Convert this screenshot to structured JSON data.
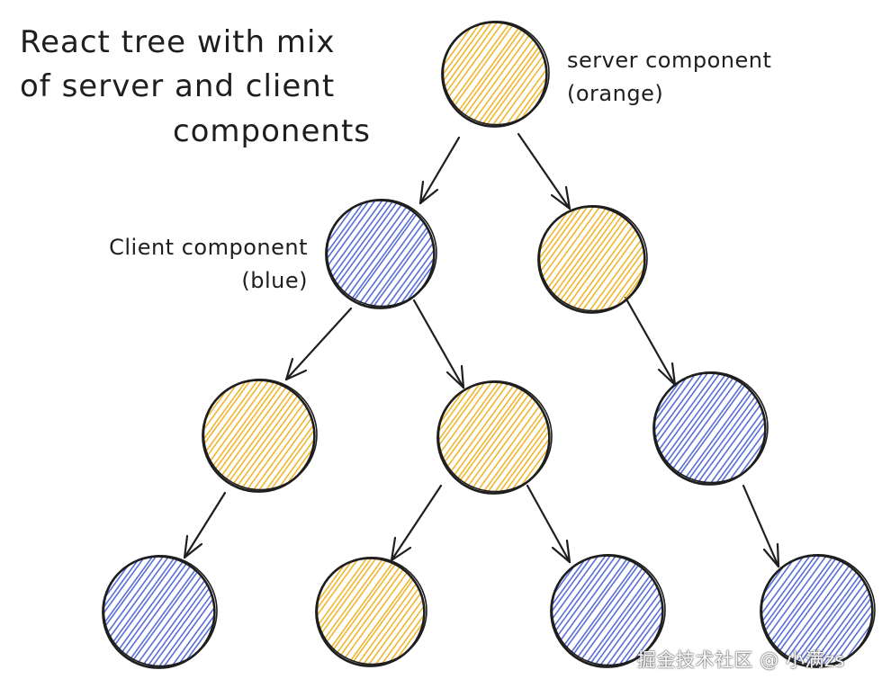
{
  "title_lines": [
    "React tree with mix",
    "of server and client",
    "components"
  ],
  "annotations": {
    "server": [
      "server component",
      "(orange)"
    ],
    "client": [
      "Client component",
      "(blue)"
    ]
  },
  "colors": {
    "server": "#f0b72f",
    "client": "#5b70d6",
    "stroke": "#1e1e1e"
  },
  "nodes": [
    {
      "id": "root",
      "type": "server"
    },
    {
      "id": "l1-left",
      "type": "client"
    },
    {
      "id": "l1-right",
      "type": "server"
    },
    {
      "id": "l2-a",
      "type": "server"
    },
    {
      "id": "l2-b",
      "type": "server"
    },
    {
      "id": "l2-c",
      "type": "client"
    },
    {
      "id": "l3-a",
      "type": "client"
    },
    {
      "id": "l3-b",
      "type": "server"
    },
    {
      "id": "l3-c",
      "type": "client"
    },
    {
      "id": "l3-d",
      "type": "client"
    }
  ],
  "edges": [
    [
      "root",
      "l1-left"
    ],
    [
      "root",
      "l1-right"
    ],
    [
      "l1-left",
      "l2-a"
    ],
    [
      "l1-left",
      "l2-b"
    ],
    [
      "l1-right",
      "l2-c"
    ],
    [
      "l2-a",
      "l3-a"
    ],
    [
      "l2-b",
      "l3-b"
    ],
    [
      "l2-b",
      "l3-c"
    ],
    [
      "l2-c",
      "l3-d"
    ]
  ],
  "watermark": "掘金技术社区 @ 小满zs"
}
